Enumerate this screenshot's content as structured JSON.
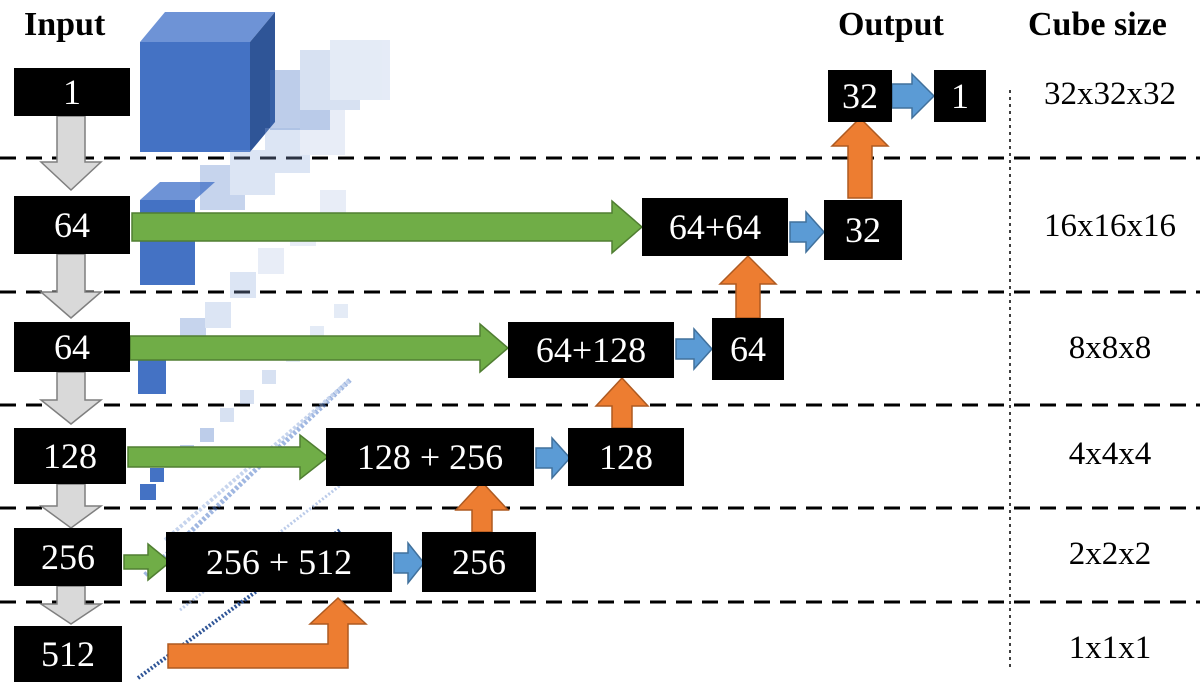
{
  "headers": {
    "input": "Input",
    "output": "Output",
    "cube_size": "Cube size"
  },
  "encoder": [
    "1",
    "64",
    "64",
    "128",
    "256",
    "512"
  ],
  "concat": [
    "64+64",
    "64+128",
    "128 + 256",
    "256 + 512"
  ],
  "decoder": [
    "32",
    "64",
    "128",
    "256"
  ],
  "output": {
    "from": "32",
    "to": "1"
  },
  "cube_sizes": [
    "32x32x32",
    "16x16x16",
    "8x8x8",
    "4x4x4",
    "2x2x2",
    "1x1x1"
  ],
  "colors": {
    "box": "#000000",
    "skip_arrow": "#70ad47",
    "up_arrow": "#ed7d31",
    "conv_arrow": "#5b9bd5",
    "down_arrow": "#d9d9d9",
    "cube": "#4472c4"
  }
}
